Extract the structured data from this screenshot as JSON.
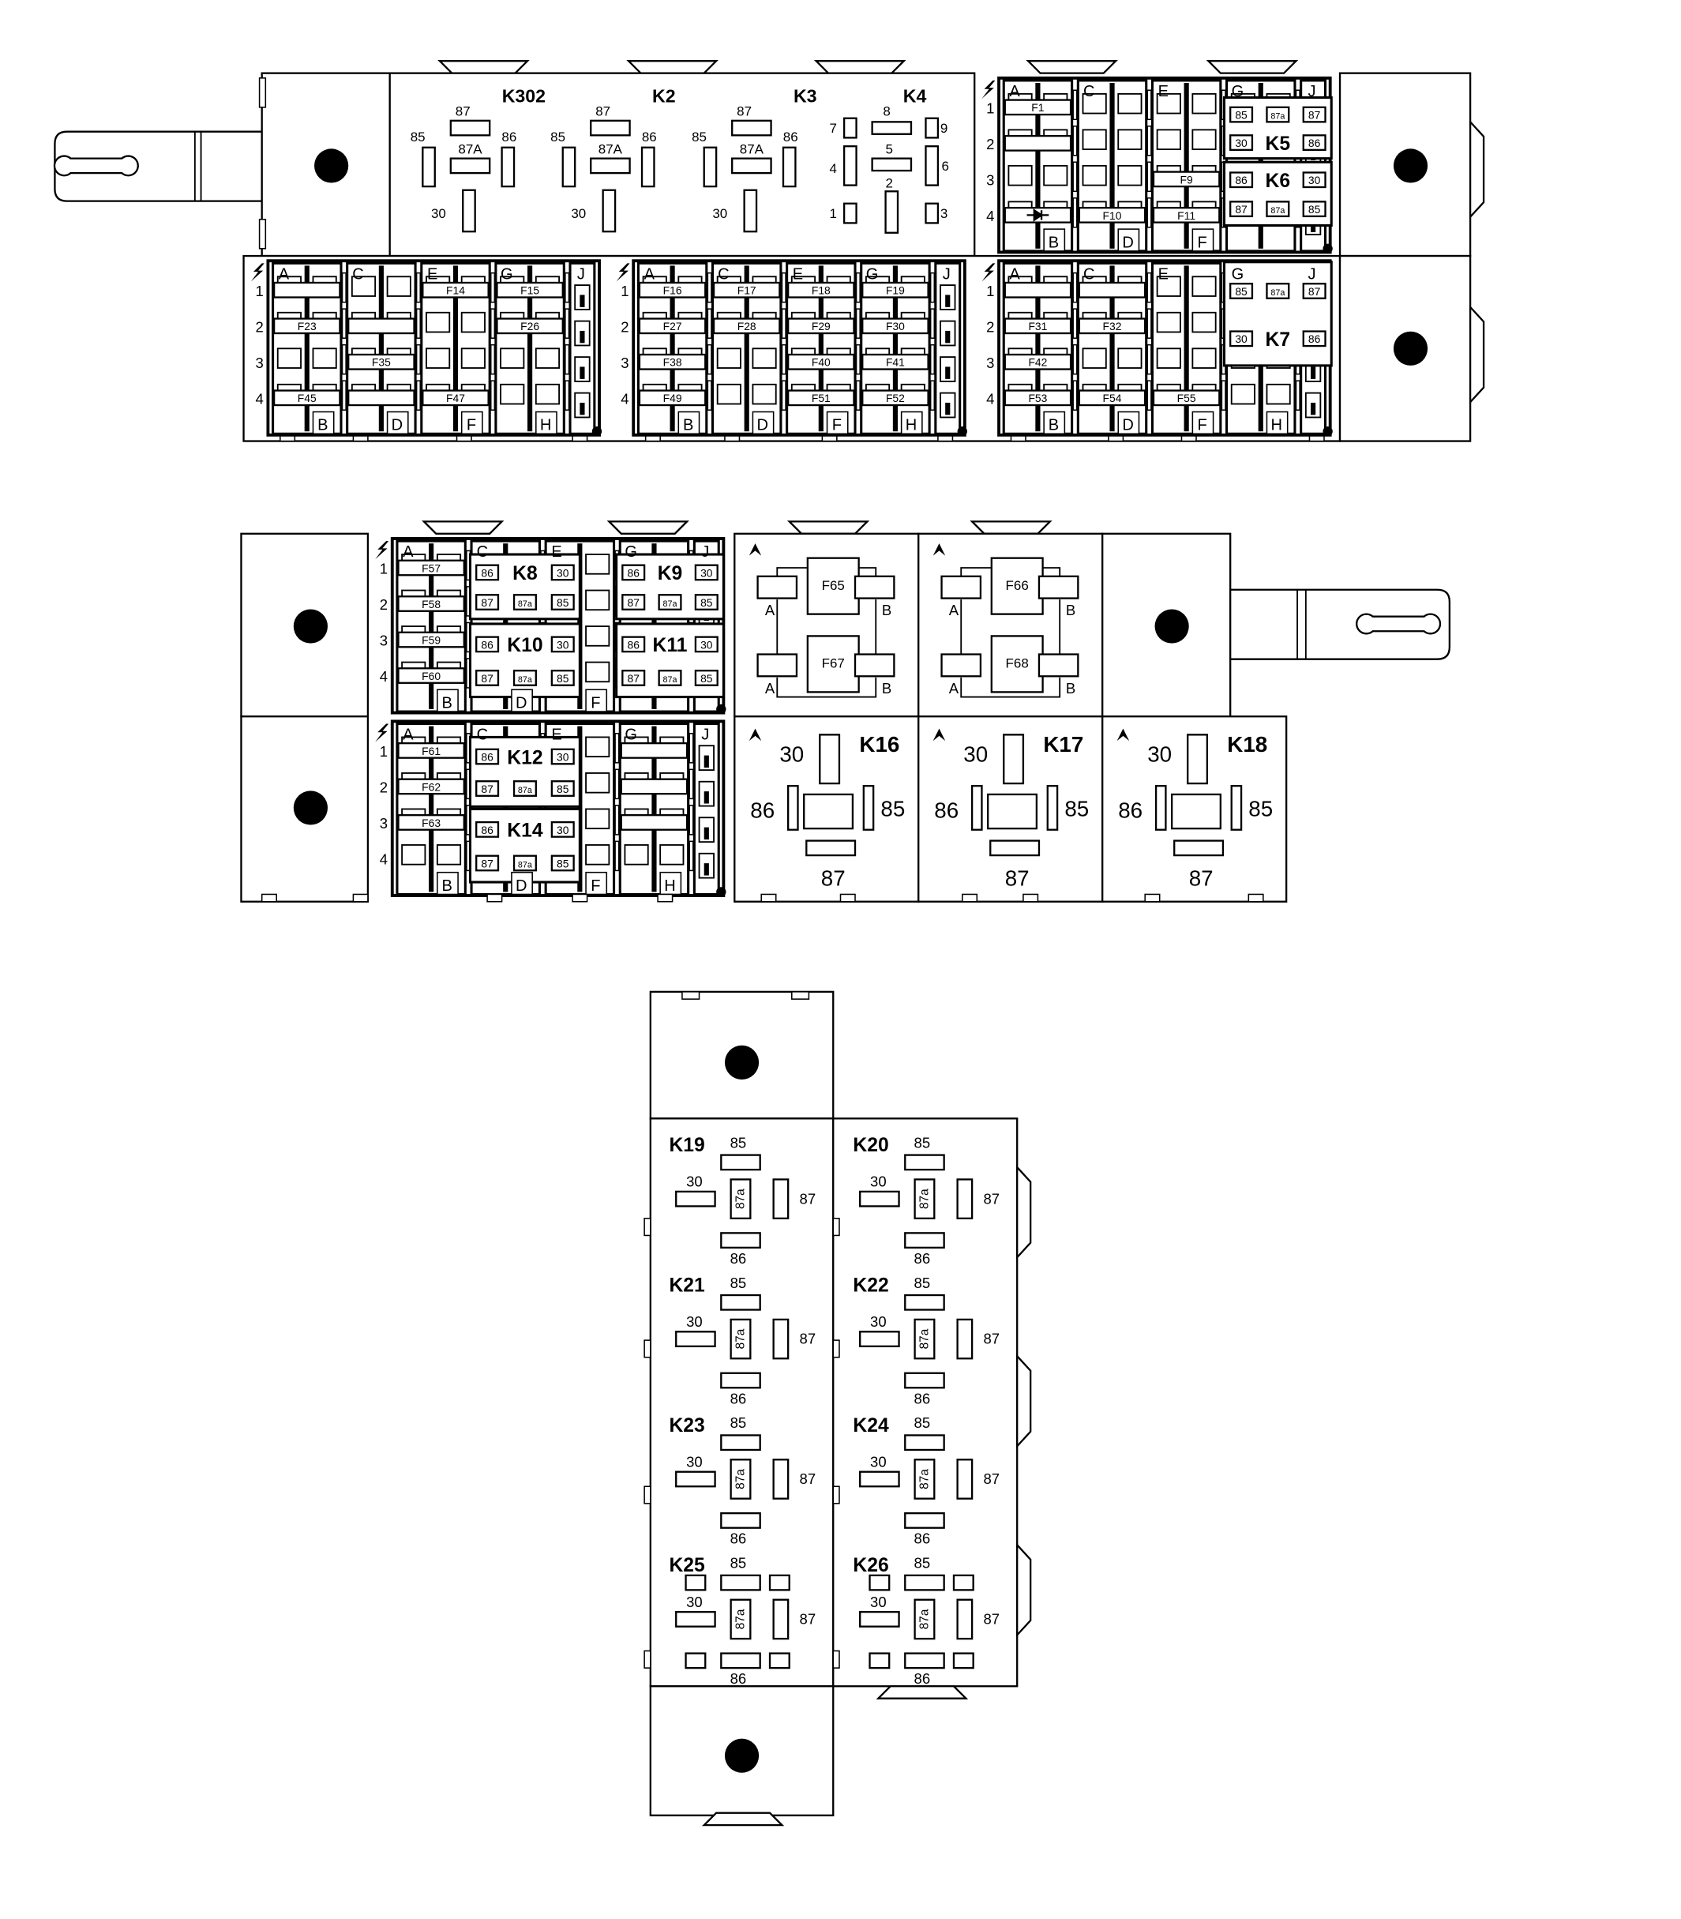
{
  "top_assembly": {
    "large_relays": [
      {
        "title": "K302",
        "pins": {
          "p87": "87",
          "p85": "85",
          "p86": "86",
          "p87A": "87A",
          "p30": "30"
        }
      },
      {
        "title": "K2",
        "pins": {
          "p87": "87",
          "p85": "85",
          "p86": "86",
          "p87A": "87A",
          "p30": "30"
        }
      },
      {
        "title": "K3",
        "pins": {
          "p87": "87",
          "p85": "85",
          "p86": "86",
          "p87A": "87A",
          "p30": "30"
        }
      }
    ],
    "k4": {
      "title": "K4",
      "pins": [
        "1",
        "2",
        "3",
        "4",
        "5",
        "6",
        "7",
        "8",
        "9"
      ]
    },
    "fuse_blocks": [
      {
        "top_letters": [
          "A",
          "C",
          "E",
          "G",
          "J"
        ],
        "bottom_letters": [
          "B",
          "D",
          "F",
          null
        ],
        "row_numbers": [
          "1",
          "2",
          "3",
          "4"
        ],
        "fuses": [
          {
            "label": "F1",
            "col": "A",
            "row": 1
          },
          {
            "label": "",
            "col": "A",
            "row": 2
          },
          {
            "label": "F9",
            "col": "E",
            "row": 3
          },
          {
            "label": "F10",
            "col": "C",
            "row": 4
          },
          {
            "label": "F11",
            "col": "E",
            "row": 4
          }
        ],
        "diode": {
          "col": "A",
          "row": 4
        },
        "relays": [
          {
            "title": "K5",
            "pins": [
              [
                "85",
                "87a",
                "87"
              ],
              [
                "30",
                null,
                "86"
              ]
            ]
          },
          {
            "title": "K6",
            "pins": [
              [
                "86",
                null,
                "30"
              ],
              [
                "87",
                "87a",
                "85"
              ]
            ]
          }
        ]
      },
      {
        "top_letters": [
          "A",
          "C",
          "E",
          "G",
          "J"
        ],
        "bottom_letters": [
          "B",
          "D",
          "F",
          "H"
        ],
        "row_numbers": [
          "1",
          "2",
          "3",
          "4"
        ],
        "fuses": [
          {
            "label": "",
            "col": "A",
            "row": 1
          },
          {
            "label": "F14",
            "col": "E",
            "row": 1
          },
          {
            "label": "F15",
            "col": "G",
            "row": 1
          },
          {
            "label": "F23",
            "col": "A",
            "row": 2
          },
          {
            "label": "",
            "col": "C",
            "row": 2
          },
          {
            "label": "F26",
            "col": "G",
            "row": 2
          },
          {
            "label": "F35",
            "col": "C",
            "row": 3
          },
          {
            "label": "F45",
            "col": "A",
            "row": 4
          },
          {
            "label": "",
            "col": "C",
            "row": 4
          },
          {
            "label": "F47",
            "col": "E",
            "row": 4
          }
        ],
        "relays": []
      },
      {
        "top_letters": [
          "A",
          "C",
          "E",
          "G",
          "J"
        ],
        "bottom_letters": [
          "B",
          "D",
          "F",
          "H"
        ],
        "row_numbers": [
          "1",
          "2",
          "3",
          "4"
        ],
        "fuses": [
          {
            "label": "F16",
            "col": "A",
            "row": 1
          },
          {
            "label": "F17",
            "col": "C",
            "row": 1
          },
          {
            "label": "F18",
            "col": "E",
            "row": 1
          },
          {
            "label": "F19",
            "col": "G",
            "row": 1
          },
          {
            "label": "F27",
            "col": "A",
            "row": 2
          },
          {
            "label": "F28",
            "col": "C",
            "row": 2
          },
          {
            "label": "F29",
            "col": "E",
            "row": 2
          },
          {
            "label": "F30",
            "col": "G",
            "row": 2
          },
          {
            "label": "F38",
            "col": "A",
            "row": 3
          },
          {
            "label": "F40",
            "col": "E",
            "row": 3
          },
          {
            "label": "F41",
            "col": "G",
            "row": 3
          },
          {
            "label": "F49",
            "col": "A",
            "row": 4
          },
          {
            "label": "F51",
            "col": "E",
            "row": 4
          },
          {
            "label": "F52",
            "col": "G",
            "row": 4
          }
        ],
        "relays": []
      },
      {
        "top_letters": [
          "A",
          "C",
          "E",
          "G",
          "J"
        ],
        "bottom_letters": [
          "B",
          "D",
          "F",
          "H"
        ],
        "row_numbers": [
          "1",
          "2",
          "3",
          "4"
        ],
        "fuses": [
          {
            "label": "",
            "col": "A",
            "row": 1
          },
          {
            "label": "",
            "col": "C",
            "row": 1
          },
          {
            "label": "F31",
            "col": "A",
            "row": 2
          },
          {
            "label": "F32",
            "col": "C",
            "row": 2
          },
          {
            "label": "F42",
            "col": "A",
            "row": 3
          },
          {
            "label": "F53",
            "col": "A",
            "row": 4
          },
          {
            "label": "F54",
            "col": "C",
            "row": 4
          },
          {
            "label": "F55",
            "col": "E",
            "row": 4
          }
        ],
        "relays": [
          {
            "title": "K7",
            "pins": [
              [
                "85",
                "87a",
                "87"
              ],
              [
                "30",
                null,
                "86"
              ]
            ]
          }
        ]
      }
    ]
  },
  "middle_assembly": {
    "fuse_blocks": [
      {
        "top_letters": [
          "A",
          "C",
          "E",
          "G",
          "J"
        ],
        "bottom_letters": [
          "B",
          "D",
          "F",
          null
        ],
        "row_numbers": [
          "1",
          "2",
          "3",
          "4"
        ],
        "fuses": [
          {
            "label": "F57",
            "col": "A",
            "row": 1
          },
          {
            "label": "F58",
            "col": "A",
            "row": 2
          },
          {
            "label": "F59",
            "col": "A",
            "row": 3
          },
          {
            "label": "F60",
            "col": "A",
            "row": 4
          }
        ],
        "relays": [
          {
            "title": "K8",
            "pins": [
              [
                "86",
                null,
                "30"
              ],
              [
                "87",
                "87a",
                "85"
              ]
            ]
          },
          {
            "title": "K9",
            "pins": [
              [
                "86",
                null,
                "30"
              ],
              [
                "87",
                "87a",
                "85"
              ]
            ]
          },
          {
            "title": "K10",
            "pins": [
              [
                "86",
                null,
                "30"
              ],
              [
                "87",
                "87a",
                "85"
              ]
            ]
          },
          {
            "title": "K11",
            "pins": [
              [
                "86",
                null,
                "30"
              ],
              [
                "87",
                "87a",
                "85"
              ]
            ]
          }
        ]
      },
      {
        "top_letters": [
          "A",
          "C",
          "E",
          "G",
          "J"
        ],
        "bottom_letters": [
          "B",
          "D",
          "F",
          "H"
        ],
        "row_numbers": [
          "1",
          "2",
          "3",
          "4"
        ],
        "fuses": [
          {
            "label": "F61",
            "col": "A",
            "row": 1
          },
          {
            "label": "F62",
            "col": "A",
            "row": 2
          },
          {
            "label": "F63",
            "col": "A",
            "row": 3
          },
          {
            "label": "",
            "col": "G",
            "row": 1
          },
          {
            "label": "",
            "col": "G",
            "row": 2
          },
          {
            "label": "",
            "col": "G",
            "row": 3
          }
        ],
        "relays": [
          {
            "title": "K12",
            "pins": [
              [
                "86",
                null,
                "30"
              ],
              [
                "87",
                "87a",
                "85"
              ]
            ]
          },
          {
            "title": "K14",
            "pins": [
              [
                "86",
                null,
                "30"
              ],
              [
                "87",
                "87a",
                "85"
              ]
            ]
          }
        ]
      }
    ],
    "maxi_fuse_blocks": [
      {
        "fuses": [
          "F65",
          "F67"
        ],
        "terminals": [
          "A",
          "B",
          "A",
          "B"
        ]
      },
      {
        "fuses": [
          "F66",
          "F68"
        ],
        "terminals": [
          "A",
          "B",
          "A",
          "B"
        ]
      }
    ],
    "relays": [
      {
        "title": "K16",
        "pins": {
          "p30": "30",
          "p86": "86",
          "p85": "85",
          "p87": "87"
        }
      },
      {
        "title": "K17",
        "pins": {
          "p30": "30",
          "p86": "86",
          "p85": "85",
          "p87": "87"
        }
      },
      {
        "title": "K18",
        "pins": {
          "p30": "30",
          "p86": "86",
          "p85": "85",
          "p87": "87"
        }
      }
    ]
  },
  "bottom_assembly": {
    "relays": [
      {
        "title": "K19",
        "pins": {
          "p85": "85",
          "p30": "30",
          "p87a": "87a",
          "p87": "87",
          "p86": "86"
        }
      },
      {
        "title": "K20",
        "pins": {
          "p85": "85",
          "p30": "30",
          "p87a": "87a",
          "p87": "87",
          "p86": "86"
        }
      },
      {
        "title": "K21",
        "pins": {
          "p85": "85",
          "p30": "30",
          "p87a": "87a",
          "p87": "87",
          "p86": "86"
        }
      },
      {
        "title": "K22",
        "pins": {
          "p85": "85",
          "p30": "30",
          "p87a": "87a",
          "p87": "87",
          "p86": "86"
        }
      },
      {
        "title": "K23",
        "pins": {
          "p85": "85",
          "p30": "30",
          "p87a": "87a",
          "p87": "87",
          "p86": "86"
        }
      },
      {
        "title": "K24",
        "pins": {
          "p85": "85",
          "p30": "30",
          "p87a": "87a",
          "p87": "87",
          "p86": "86"
        }
      },
      {
        "title": "K25",
        "pins": {
          "p85": "85",
          "p30": "30",
          "p87a": "87a",
          "p87": "87",
          "p86": "86"
        }
      },
      {
        "title": "K26",
        "pins": {
          "p85": "85",
          "p30": "30",
          "p87a": "87a",
          "p87": "87",
          "p86": "86"
        }
      }
    ]
  },
  "icons": [
    "mounting-hole-icon",
    "keyhole-tab-icon",
    "lightning-bolt-icon",
    "diode-icon",
    "warning-triangle-icon",
    "retaining-clip-icon"
  ]
}
